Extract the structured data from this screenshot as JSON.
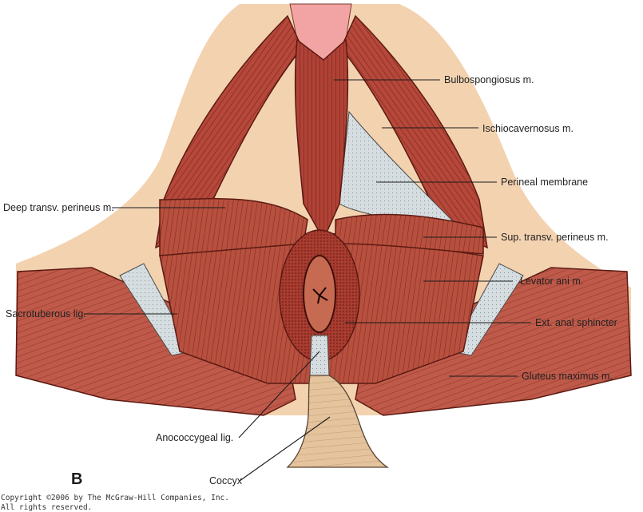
{
  "figure": {
    "panel_letter": "B",
    "copyright_line1": "Copyright ©2006 by The McGraw-Hill Companies, Inc.",
    "copyright_line2": "All rights reserved."
  },
  "labels": {
    "bulbospongiosus": "Bulbospongiosus m.",
    "ischiocavernosus": "Ischiocavernosus m.",
    "perineal_membrane": "Perineal membrane",
    "deep_transv_perineus": "Deep transv. perineus m.",
    "sup_transv_perineus": "Sup. transv. perineus m.",
    "levator_ani": "Levator ani m.",
    "sacrotuberous_lig": "Sacrotuberous lig.",
    "ext_anal_sphincter": "Ext. anal sphincter",
    "gluteus_maximus": "Gluteus maximus m.",
    "anococcygeal_lig": "Anococcygeal lig.",
    "coccyx": "Coccyx"
  },
  "colors": {
    "muscle": "#b5483a",
    "muscle_dark": "#8e2f25",
    "skin": "#f3d2b0",
    "membrane": "#d3dadd",
    "bone": "#e3c29c",
    "pink": "#f2a4a4"
  }
}
